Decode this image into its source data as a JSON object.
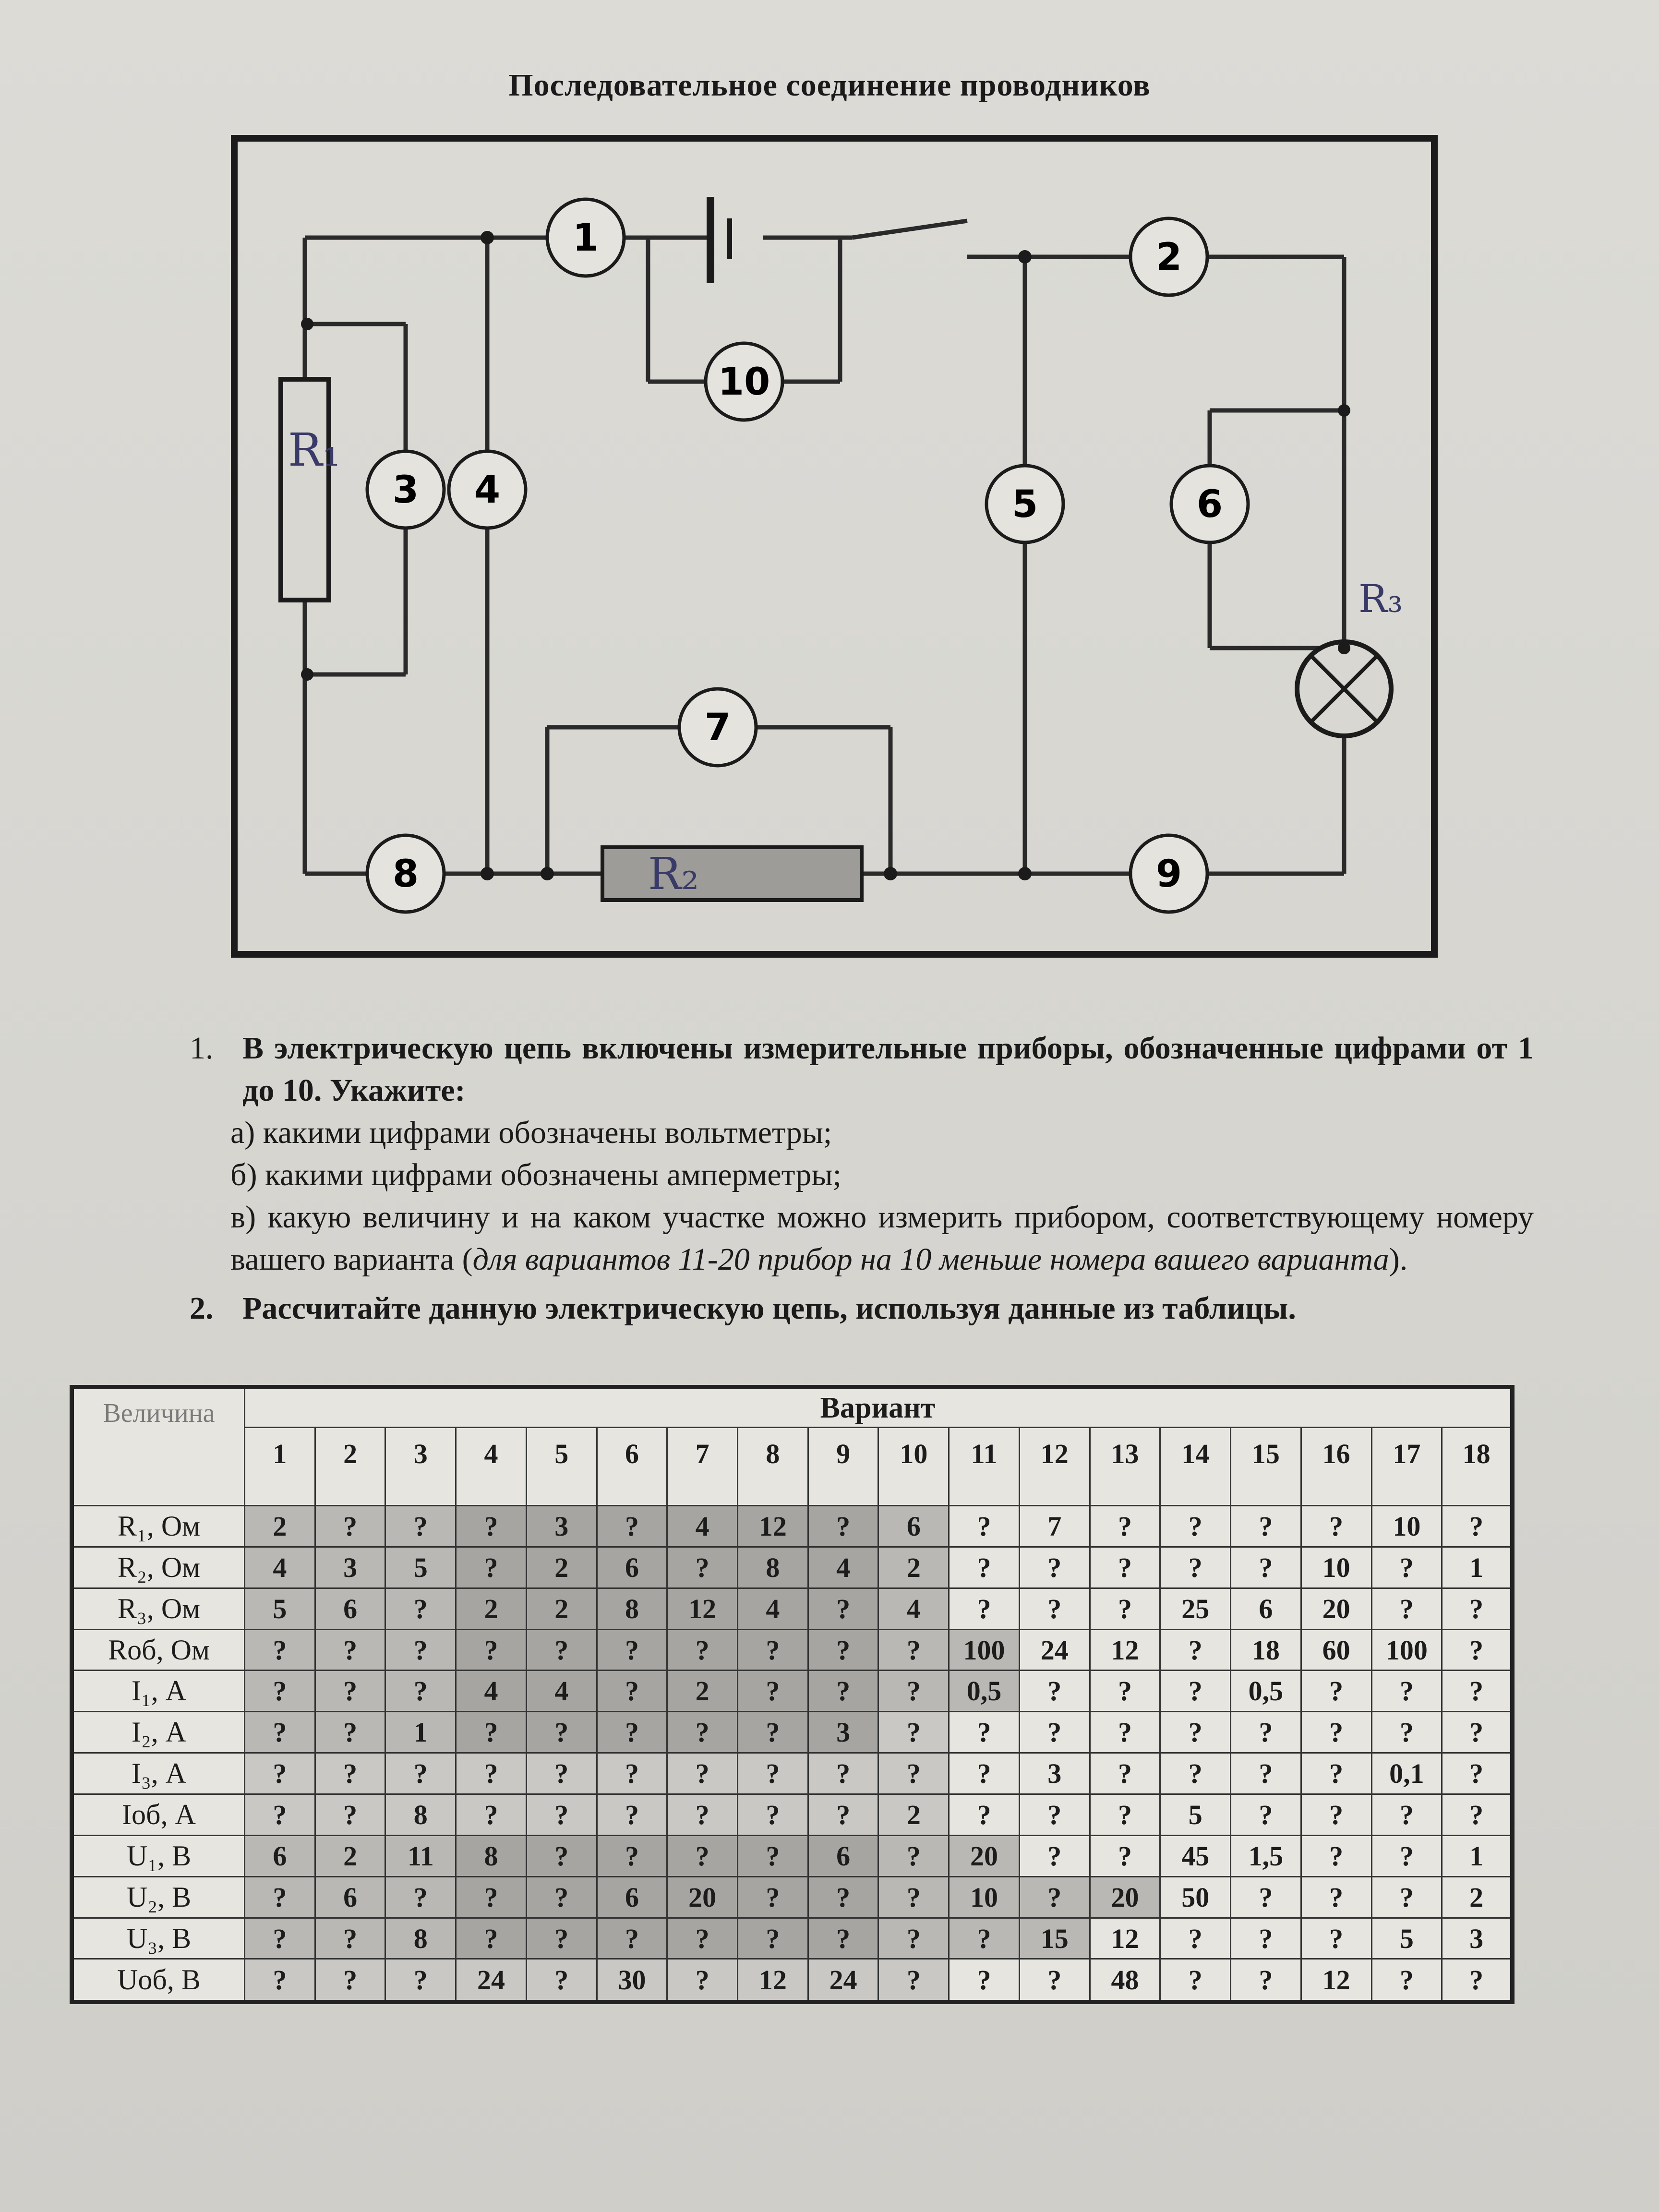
{
  "title": "Последовательное соединение проводников",
  "circuit": {
    "meters": [
      "1",
      "2",
      "3",
      "4",
      "5",
      "6",
      "7",
      "8",
      "9",
      "10"
    ],
    "labels": {
      "r1": "R₁",
      "r2": "R₂",
      "r3": "R₃"
    }
  },
  "tasks": {
    "t1_num": "1.",
    "t1_text": "В электрическую цепь включены измерительные приборы, обозначенные цифрами от 1 до 10. Укажите:",
    "t1_a": "а) какими цифрами обозначены вольтметры;",
    "t1_b": "б) какими цифрами обозначены амперметры;",
    "t1_c_start": "в) какую величину и на каком участке можно измерить прибором, соответствующему номеру вашего варианта (",
    "t1_c_italic": "для вариантов 11-20 прибор на 10 меньше номера вашего варианта",
    "t1_c_end": ").",
    "t2_num": "2.",
    "t2_text": "Рассчитайте данную электрическую цепь, используя данные из таблицы."
  },
  "table": {
    "quantity_header": "Величина",
    "variant_header": "Вариант",
    "variants": [
      "1",
      "2",
      "3",
      "4",
      "5",
      "6",
      "7",
      "8",
      "9",
      "10",
      "11",
      "12",
      "13",
      "14",
      "15",
      "16",
      "17",
      "18"
    ],
    "rows": [
      {
        "label": "R₁, Ом",
        "values": [
          "2",
          "?",
          "?",
          "?",
          "3",
          "?",
          "4",
          "12",
          "?",
          "6",
          "?",
          "7",
          "?",
          "?",
          "?",
          "?",
          "10",
          "?"
        ]
      },
      {
        "label": "R₂, Ом",
        "values": [
          "4",
          "3",
          "5",
          "?",
          "2",
          "6",
          "?",
          "8",
          "4",
          "2",
          "?",
          "?",
          "?",
          "?",
          "?",
          "10",
          "?",
          "1"
        ]
      },
      {
        "label": "R₃, Ом",
        "values": [
          "5",
          "6",
          "?",
          "2",
          "2",
          "8",
          "12",
          "4",
          "?",
          "4",
          "?",
          "?",
          "?",
          "25",
          "6",
          "20",
          "?",
          "?"
        ]
      },
      {
        "label": "Rоб, Ом",
        "values": [
          "?",
          "?",
          "?",
          "?",
          "?",
          "?",
          "?",
          "?",
          "?",
          "?",
          "100",
          "24",
          "12",
          "?",
          "18",
          "60",
          "100",
          "?"
        ]
      },
      {
        "label": "I₁, А",
        "values": [
          "?",
          "?",
          "?",
          "4",
          "4",
          "?",
          "2",
          "?",
          "?",
          "?",
          "0,5",
          "?",
          "?",
          "?",
          "0,5",
          "?",
          "?",
          "?"
        ]
      },
      {
        "label": "I₂, А",
        "values": [
          "?",
          "?",
          "1",
          "?",
          "?",
          "?",
          "?",
          "?",
          "3",
          "?",
          "?",
          "?",
          "?",
          "?",
          "?",
          "?",
          "?",
          "?"
        ]
      },
      {
        "label": "I₃, А",
        "values": [
          "?",
          "?",
          "?",
          "?",
          "?",
          "?",
          "?",
          "?",
          "?",
          "?",
          "?",
          "3",
          "?",
          "?",
          "?",
          "?",
          "0,1",
          "?"
        ]
      },
      {
        "label": "Iоб, А",
        "values": [
          "?",
          "?",
          "8",
          "?",
          "?",
          "?",
          "?",
          "?",
          "?",
          "2",
          "?",
          "?",
          "?",
          "5",
          "?",
          "?",
          "?",
          "?"
        ]
      },
      {
        "label": "U₁, В",
        "values": [
          "6",
          "2",
          "11",
          "8",
          "?",
          "?",
          "?",
          "?",
          "6",
          "?",
          "20",
          "?",
          "?",
          "45",
          "1,5",
          "?",
          "?",
          "1"
        ]
      },
      {
        "label": "U₂, В",
        "values": [
          "?",
          "6",
          "?",
          "?",
          "?",
          "6",
          "20",
          "?",
          "?",
          "?",
          "10",
          "?",
          "20",
          "50",
          "?",
          "?",
          "?",
          "2"
        ]
      },
      {
        "label": "U₃, В",
        "values": [
          "?",
          "?",
          "8",
          "?",
          "?",
          "?",
          "?",
          "?",
          "?",
          "?",
          "?",
          "15",
          "12",
          "?",
          "?",
          "?",
          "5",
          "3"
        ]
      },
      {
        "label": "Uоб, В",
        "values": [
          "?",
          "?",
          "?",
          "24",
          "?",
          "30",
          "?",
          "12",
          "24",
          "?",
          "?",
          "?",
          "48",
          "?",
          "?",
          "12",
          "?",
          "?"
        ]
      }
    ]
  }
}
